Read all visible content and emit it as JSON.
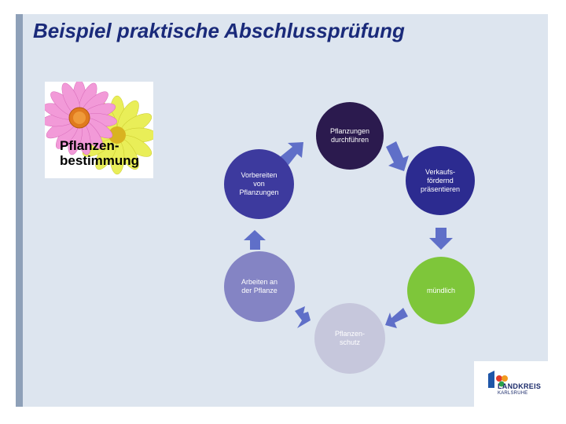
{
  "title": "Beispiel praktische Abschlussprüfung",
  "image_label": [
    "Pflanzen-",
    "bestimmung"
  ],
  "cycle": {
    "top": [
      "Pflanzungen",
      "durchführen"
    ],
    "right_upper": [
      "Verkaufs-",
      "fördernd",
      "präsentieren"
    ],
    "right_lower": [
      "mündlich"
    ],
    "bottom": [
      "Pflanzen-",
      "schutz"
    ],
    "left_lower": [
      "Arbeiten an",
      "der Pflanze"
    ],
    "left_upper": [
      "Vorbereiten",
      "von",
      "Pflanzungen"
    ]
  },
  "logo": {
    "name": "LANDKREIS",
    "sub": "KARLSRUHE"
  },
  "colors": {
    "top": "#2b1a4e",
    "left_upper": "#3d3a9e",
    "right_upper": "#2c2b90",
    "right_lower": "#7ec63a",
    "left_lower": "#8484c4",
    "bottom": "#c6c7dc",
    "arrow": "#5f6fc8"
  }
}
